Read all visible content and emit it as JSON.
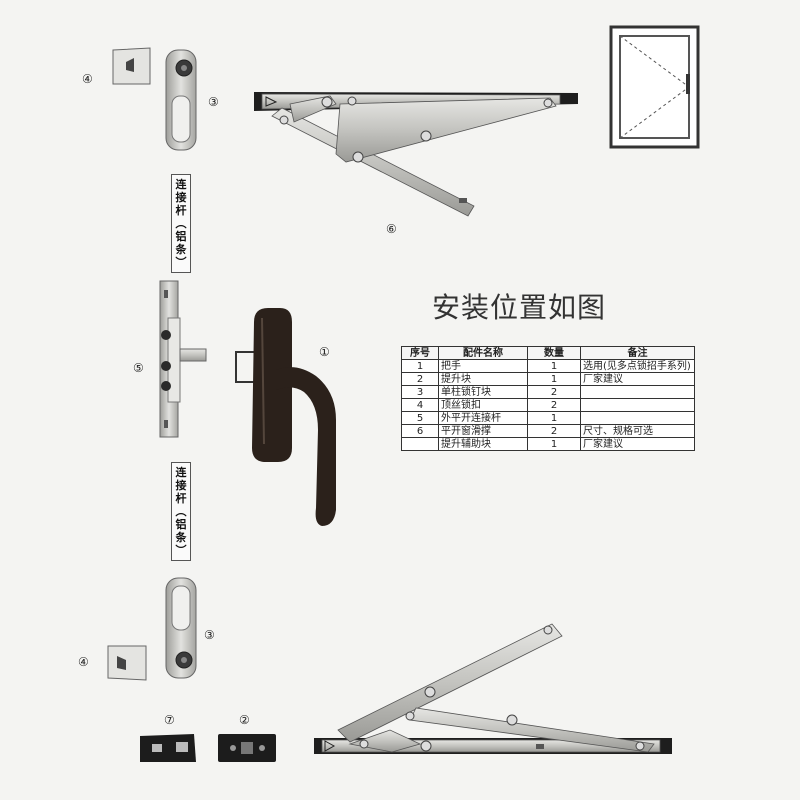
{
  "title": "安装位置如图",
  "labels": {
    "n1": "①",
    "n2": "②",
    "n3a": "③",
    "n3b": "③",
    "n4a": "④",
    "n4b": "④",
    "n5": "⑤",
    "n6a": "⑥",
    "n7": "⑦"
  },
  "vertical_label_top": [
    "连",
    "接",
    "杆",
    "︵",
    "铝",
    "条",
    "︶"
  ],
  "vertical_label_bottom": [
    "连",
    "接",
    "杆",
    "︵",
    "铝",
    "条",
    "︶"
  ],
  "table": {
    "headers": [
      "序号",
      "配件名称",
      "数量",
      "备注"
    ],
    "rows": [
      [
        "1",
        "把手",
        "1",
        "选用(见多点锁招手系列)"
      ],
      [
        "2",
        "提升块",
        "1",
        "厂家建议"
      ],
      [
        "3",
        "单柱锁钉块",
        "2",
        ""
      ],
      [
        "4",
        "顶丝锁扣",
        "2",
        ""
      ],
      [
        "5",
        "外平开连接杆",
        "1",
        ""
      ],
      [
        "6",
        "平开窗滑撑",
        "2",
        "尺寸、规格可选"
      ],
      [
        "",
        "提升辅助块",
        "1",
        "厂家建议"
      ]
    ]
  },
  "colors": {
    "metal": "#c9c9c6",
    "metal_dark": "#8a8a86",
    "handle": "#2a1f1a",
    "block": "#1c1c1c"
  }
}
